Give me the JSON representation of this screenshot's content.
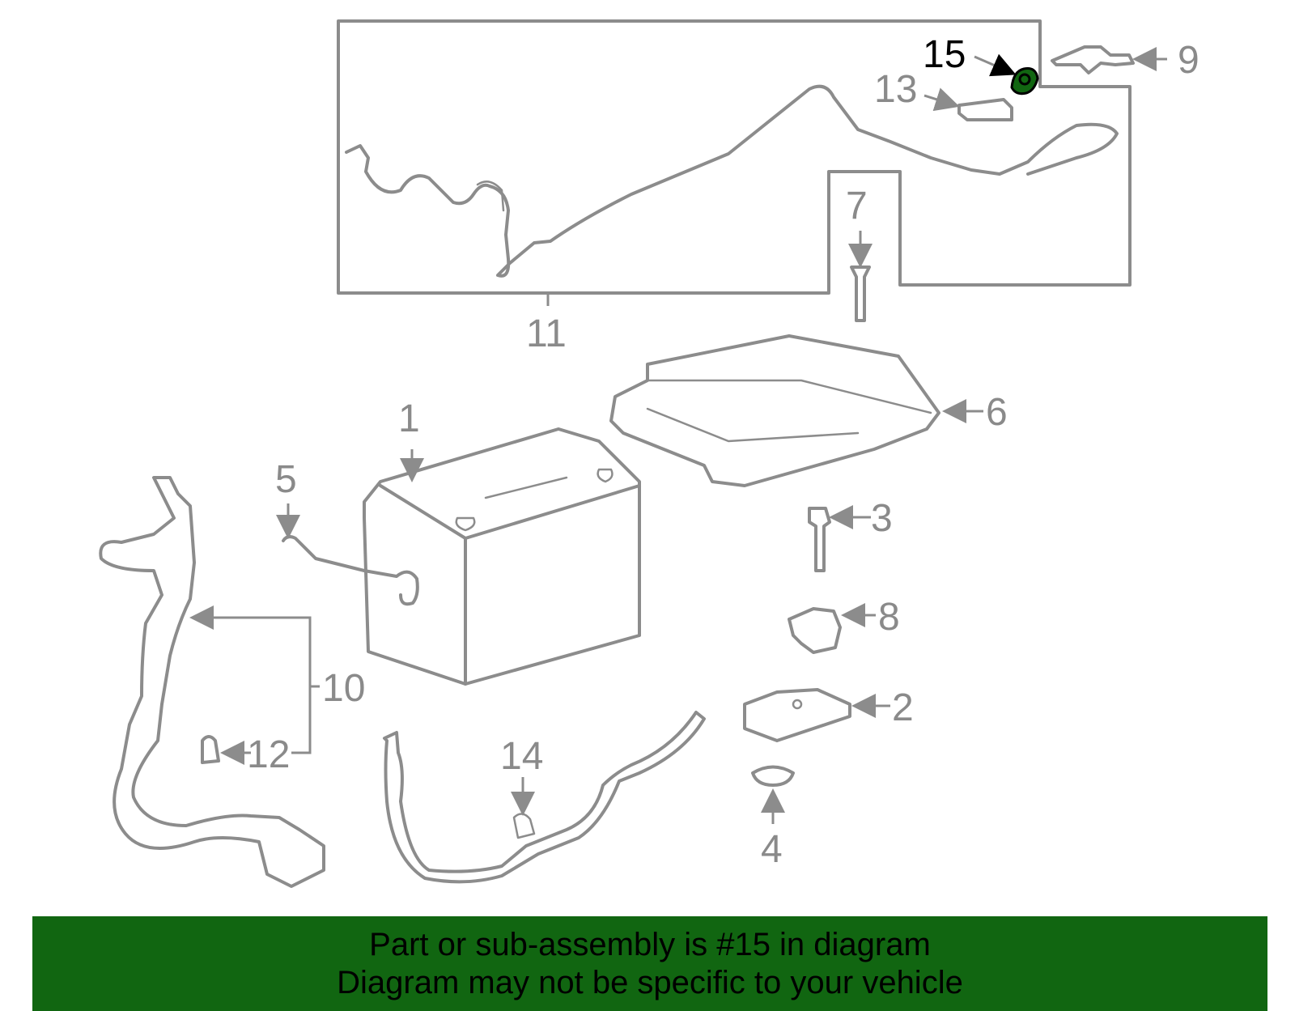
{
  "diagram": {
    "highlighted_part": "15",
    "highlight_color": "#116611",
    "part_color": "#8c8c8c",
    "callouts": [
      "1",
      "2",
      "3",
      "4",
      "5",
      "6",
      "7",
      "8",
      "9",
      "10",
      "11",
      "12",
      "13",
      "14",
      "15"
    ]
  },
  "banner": {
    "line1": "Part or sub-assembly is #15 in diagram",
    "line2": "Diagram may not be specific to your vehicle",
    "background": "#116611"
  }
}
